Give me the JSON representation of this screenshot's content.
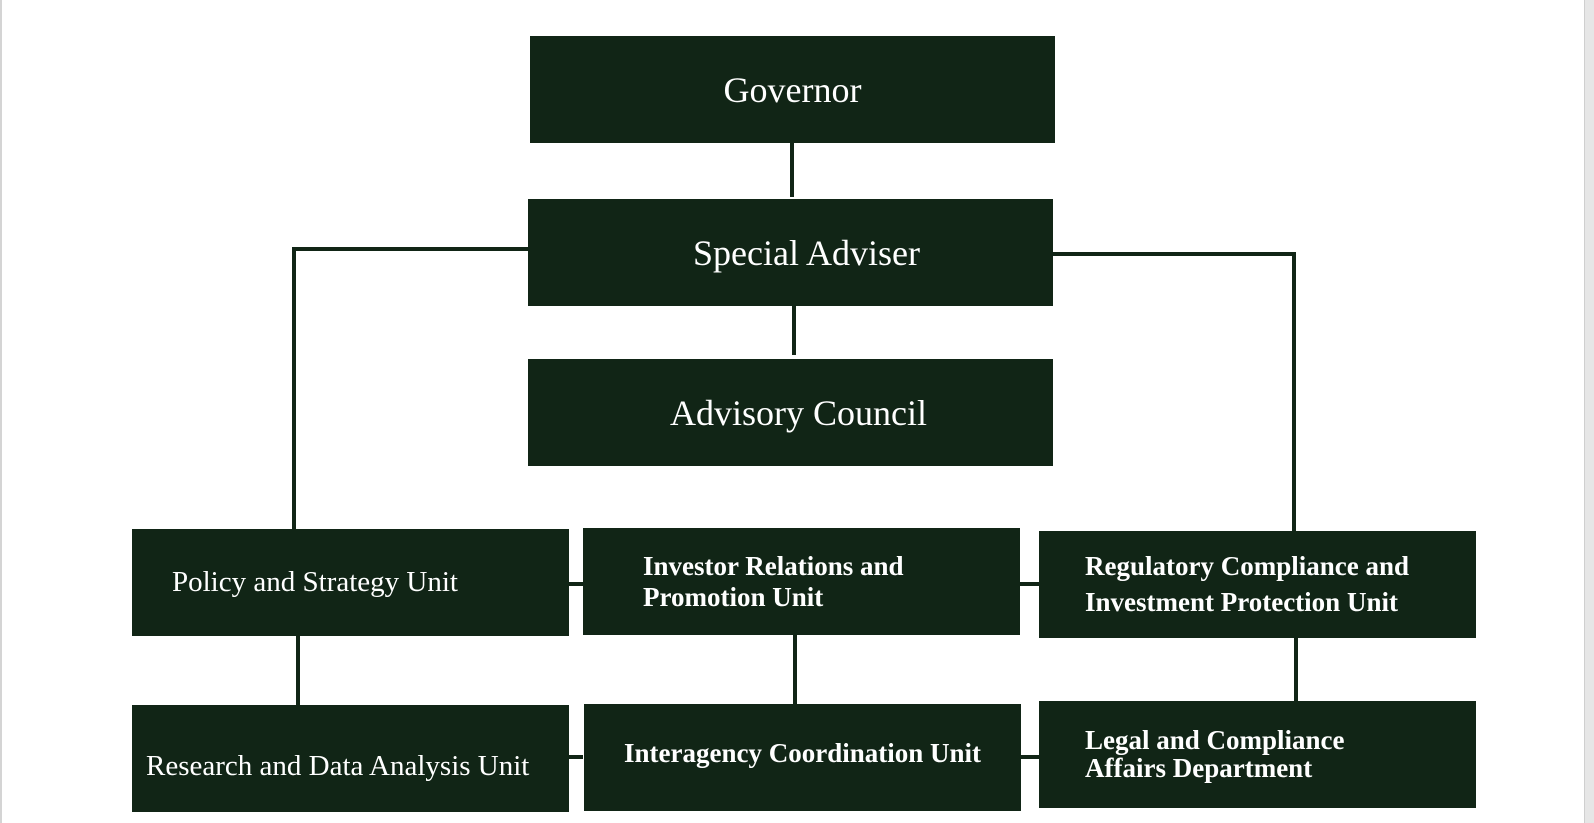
{
  "diagram": {
    "type": "org-chart",
    "colors": {
      "box_fill": "#112516",
      "text": "#ffffff",
      "connector": "#112516",
      "background": "#ffffff"
    },
    "nodes": [
      {
        "id": "governor",
        "label": "Governor"
      },
      {
        "id": "special_adviser",
        "label": "Special Adviser"
      },
      {
        "id": "advisory_council",
        "label": "Advisory Council"
      },
      {
        "id": "policy_strategy",
        "label": "Policy and Strategy Unit"
      },
      {
        "id": "investor_relations",
        "label": "Investor Relations and\nPromotion Unit"
      },
      {
        "id": "regulatory_compliance",
        "label": "Regulatory Compliance and\nInvestment Protection Unit"
      },
      {
        "id": "research_data",
        "label": "Research and Data Analysis Unit"
      },
      {
        "id": "interagency",
        "label": "Interagency Coordination Unit"
      },
      {
        "id": "legal_compliance",
        "label": "Legal and Compliance\nAffairs Department"
      }
    ],
    "edges": [
      {
        "from": "governor",
        "to": "special_adviser"
      },
      {
        "from": "special_adviser",
        "to": "advisory_council"
      },
      {
        "from": "special_adviser",
        "to": "policy_strategy"
      },
      {
        "from": "special_adviser",
        "to": "regulatory_compliance"
      },
      {
        "from": "policy_strategy",
        "to": "investor_relations"
      },
      {
        "from": "investor_relations",
        "to": "regulatory_compliance"
      },
      {
        "from": "policy_strategy",
        "to": "research_data"
      },
      {
        "from": "investor_relations",
        "to": "interagency"
      },
      {
        "from": "regulatory_compliance",
        "to": "legal_compliance"
      },
      {
        "from": "research_data",
        "to": "interagency"
      },
      {
        "from": "interagency",
        "to": "legal_compliance"
      }
    ]
  },
  "labels": {
    "governor": "Governor",
    "special_adviser": "Special Adviser",
    "advisory_council": "Advisory Council",
    "policy_strategy": "Policy and Strategy Unit",
    "investor_relations_1": "Investor Relations and",
    "investor_relations_2": "Promotion Unit",
    "regulatory_compliance_1": "Regulatory Compliance and",
    "regulatory_compliance_2": "Investment Protection Unit",
    "research_data": "Research and Data Analysis Unit",
    "interagency": "Interagency Coordination Unit",
    "legal_compliance_1": "Legal and Compliance",
    "legal_compliance_2": "Affairs Department"
  }
}
